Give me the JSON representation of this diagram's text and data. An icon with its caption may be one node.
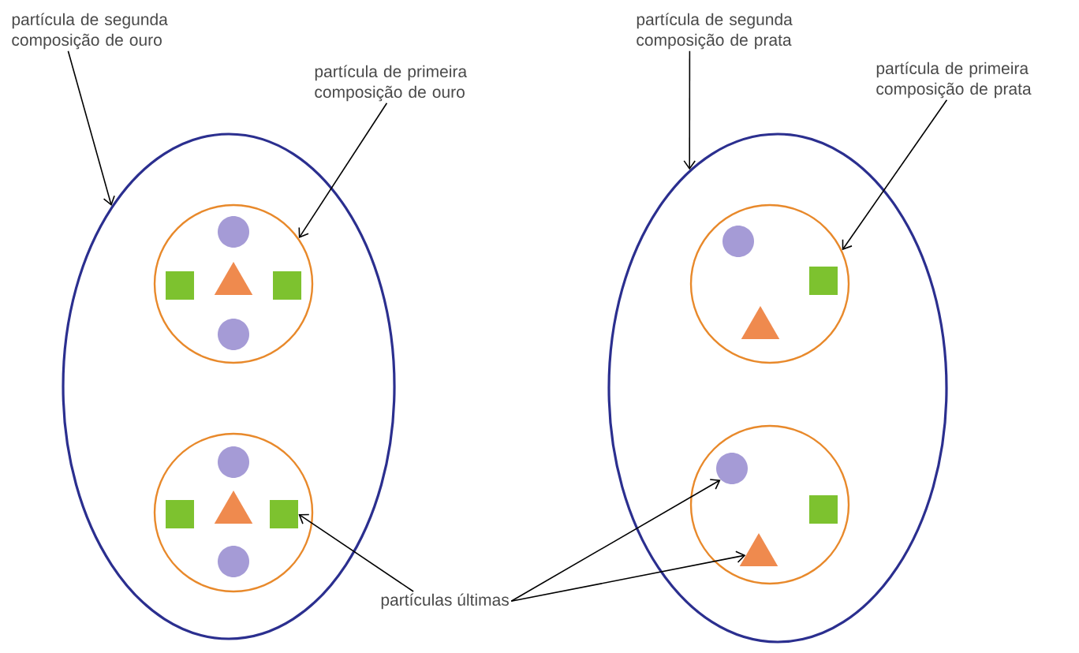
{
  "diagram": {
    "nodes": [
      {
        "text": [
          "partícula de segunda composição de ouro"
        ]
      },
      {
        "text": [],
        "shape": "ellipse"
      },
      {
        "text": [
          "partícula de primeira composição de ouro"
        ]
      },
      {
        "text": [],
        "shape": "circle",
        "in": 1
      },
      {
        "text": [],
        "shape": "circle",
        "in": 3
      },
      {
        "text": [],
        "shape": "box",
        "in": 3
      },
      {
        "text": [],
        "shape": "triangle",
        "in": 3
      },
      {
        "text": [],
        "shape": "box",
        "in": 3
      },
      {
        "text": [],
        "shape": "circle",
        "in": 3
      },
      {
        "text": [],
        "shape": "circle",
        "in": 1
      },
      {
        "text": [],
        "shape": "circle",
        "in": 9
      },
      {
        "text": [],
        "shape": "box",
        "in": 9
      },
      {
        "text": [],
        "shape": "triangle",
        "in": 9
      },
      {
        "text": [],
        "shape": "box",
        "in": 9
      },
      {
        "text": [],
        "shape": "circle",
        "in": 9
      },
      {
        "text": [
          "partícula de segunda composição de prata"
        ]
      },
      {
        "text": [],
        "shape": "ellipse"
      },
      {
        "text": [
          "partícula de primeira composição de prata"
        ]
      },
      {
        "text": [],
        "shape": "circle",
        "in": 16
      },
      {
        "text": [],
        "shape": "circle",
        "in": 18
      },
      {
        "text": [],
        "shape": "box",
        "in": 18
      },
      {
        "text": [],
        "shape": "triangle",
        "in": 18
      },
      {
        "text": [],
        "shape": "circle",
        "in": 16
      },
      {
        "text": [],
        "shape": "circle",
        "in": 22
      },
      {
        "text": [],
        "shape": "box",
        "in": 22
      },
      {
        "text": [],
        "shape": "triangle",
        "in": 22
      },
      {
        "text": [
          "partículas últimas"
        ]
      }
    ],
    "edges": [
      {
        "from": 0,
        "to": 1,
        "arrow": "to"
      },
      {
        "from": 2,
        "to": 3,
        "arrow": "to"
      },
      {
        "from": 15,
        "to": 16,
        "arrow": "to"
      },
      {
        "from": 17,
        "to": 18,
        "arrow": "to"
      },
      {
        "from": 26,
        "to": 13,
        "arrow": "to"
      },
      {
        "from": 26,
        "to": 23,
        "arrow": "to"
      },
      {
        "from": 26,
        "to": 25,
        "arrow": "to"
      }
    ]
  }
}
